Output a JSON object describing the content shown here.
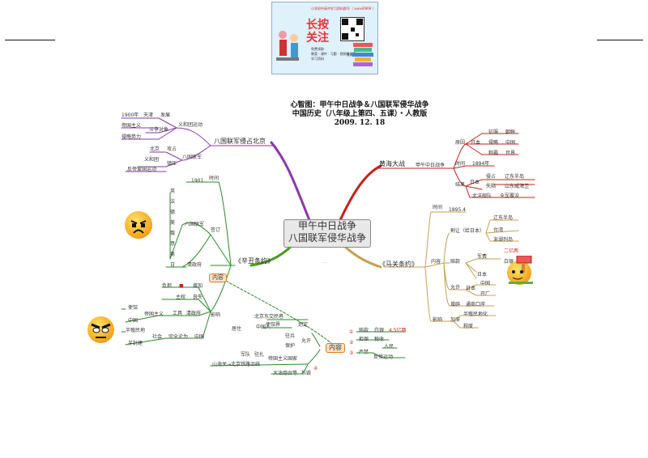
{
  "banner": {
    "top_line": "小学初中高中学习资料群号（ xuexi0909 ）",
    "headline_1": "长按",
    "headline_2": "关注",
    "sub_1": "免费领取",
    "sub_2": "教案 · 课件 · 习题 · 视频教学等",
    "sub_3": "学习资料",
    "sub_4": "长按识别"
  },
  "title": {
    "line1": "心智图：甲午中日战争＆八国联军侵华战争",
    "line2": "中国历史（八年级上第四、五课）・人教版",
    "line3": "2009. 12. 18"
  },
  "center": {
    "line1": "甲午中日战争",
    "line2": "八国联军侵华战争"
  },
  "baguo": {
    "label": "八国联军侵占北京",
    "yihetuan": "义和团运动",
    "year1900": "1900年",
    "tianjin": "天津",
    "fazhan": "发展",
    "douzheng": "斗争对象",
    "diguozhuyi": "帝国主义",
    "qinlue": "侵略势力",
    "baguolianjun": "八国联军",
    "beijing": "北京",
    "gongzhan": "攻占",
    "yihetuan2": "义和团",
    "zhenya": "镇压",
    "fandi": "反帝爱国运动"
  },
  "xinchou": {
    "label": "《辛丑条约》",
    "shijian": "时间",
    "year1901": "1901",
    "qianding": "签订",
    "baguo": "八国联军",
    "countries": [
      "英",
      "法",
      "德",
      "美",
      "俄",
      "意",
      "奥",
      "日"
    ],
    "qing": "清政府",
    "neirong": "内容",
    "yingxiang": "影响",
    "fudan": "负担",
    "zengjia": "增加",
    "zhuquan": "主权",
    "sangshi": "丧失",
    "zhuchi": "主权",
    "gongju": "工具",
    "qingzhengfu": "清政府",
    "shiquan": "使馆",
    "zhongguo": "中国",
    "diguozhuyi": "帝国主义",
    "banzhimin": "半殖民地",
    "banfengjian": "半封建",
    "shehui": "社会",
    "wanquan": "完全沦为",
    "zhongguo2": "中国"
  },
  "neirong_box": {
    "label": "内容",
    "items": [
      "北京东交民巷",
      "使馆界",
      "划定",
      "居住",
      "中国人",
      "驻兵",
      "保护",
      "允许",
      "军队",
      "驻扎",
      "帝国主义国家",
      "山海关→北京铁路沿线",
      "大沽炮台等",
      "拆毁",
      "赔款",
      "白银",
      "4.5亿两",
      "担保",
      "税收",
      "严禁",
      "人民",
      "反帝运动"
    ],
    "marks": [
      "①",
      "②",
      "③",
      "④"
    ]
  },
  "huanghai": {
    "label": "黄海大战",
    "jiawu": "甲午中日战争",
    "yuanyin": "原因",
    "riben": "日本",
    "zhengfu": "征服",
    "chaoxian": "朝鲜",
    "qinlue": "侵略",
    "zhongguo": "中国",
    "chengba": "称霸",
    "shijie": "世界",
    "shijian": "时间",
    "year1894": "1894年",
    "jieguo": "结果",
    "riben2": "日本",
    "qinzhan": "侵占",
    "liaodong": "辽东半岛",
    "shixian": "失陷",
    "shandong": "山东威海卫",
    "beiyang": "北洋舰队",
    "quanjun": "全军覆没"
  },
  "maguan": {
    "label": "《马关条约》",
    "shijian": "时间",
    "year": "1895.4",
    "neirong": "内容",
    "gerang": "割让（给日本）",
    "liaodong": "辽东半岛",
    "taiwan": "台湾",
    "penghu": "澎湖列岛",
    "peikuan": "赔款",
    "junfei": "军费",
    "liangyi": "二亿两",
    "baiyin": "白银",
    "riben": "日本",
    "yunxu": "允许",
    "riben2": "日本",
    "zhongguo": "中国",
    "kaichang": "开厂",
    "zengkai": "增辟",
    "tongshang": "通商口岸",
    "yingxiang": "影响",
    "jiashen": "加深",
    "banzhimin": "半殖民地化",
    "chengdu": "程度"
  },
  "colors": {
    "purple": "#8a3aa8",
    "red": "#c8201a",
    "green": "#4a9a20",
    "gold": "#c8a050",
    "branch": "#2a8a2a"
  }
}
